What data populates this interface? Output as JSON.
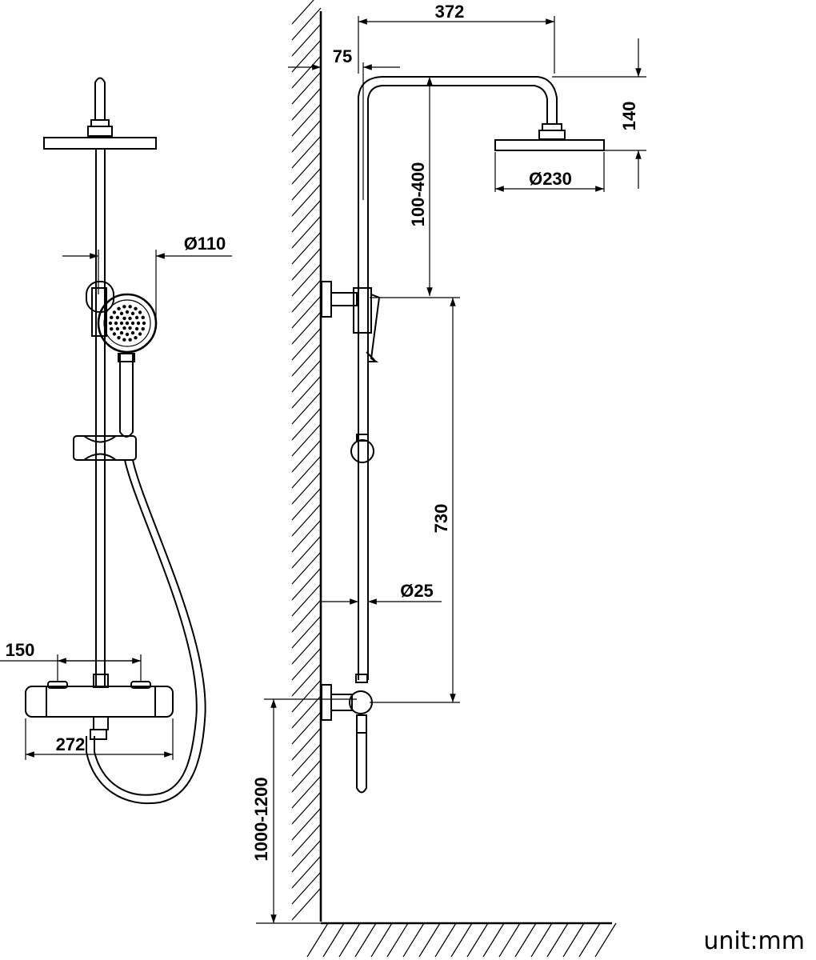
{
  "dimensions": {
    "arm_reach": "372",
    "wall_offset": "75",
    "head_drop": "140",
    "head_diameter": "Ø230",
    "height_adjust": "100-400",
    "hand_shower_diameter": "Ø110",
    "rail_length": "730",
    "pipe_diameter": "Ø25",
    "inlet_centers": "150",
    "mixer_width": "272",
    "mount_height": "1000-1200"
  },
  "unit_label": "unit:mm"
}
